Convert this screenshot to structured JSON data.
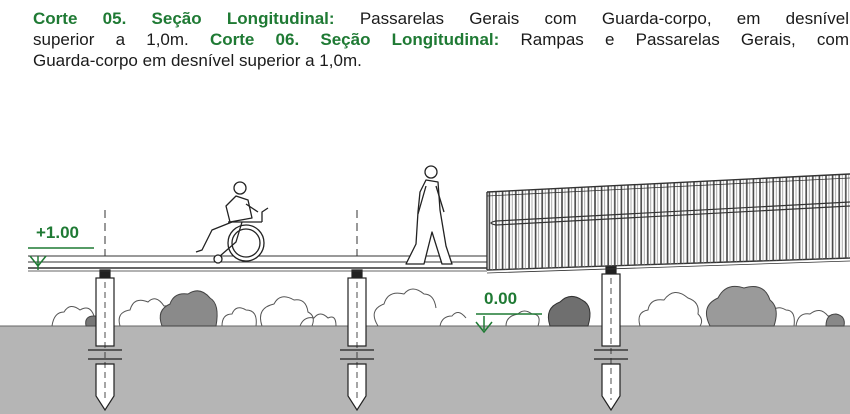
{
  "caption": {
    "corte05_label": "Corte 05. Seção Longitudinal:",
    "corte05_text_a": "Passarelas Gerais com Guarda-corpo, em desnível",
    "corte05_text_b": "superior a 1,0m.",
    "corte06_label": "Corte 06. Seção Longitudinal:",
    "corte06_text_a": "Rampas e Passarelas Gerais, com",
    "corte06_text_b": "Guarda-corpo em desnível superior a 1,0m."
  },
  "levels": {
    "upper": "+1.00",
    "ground": "0.00"
  },
  "colors": {
    "heading_green": "#1f7a34",
    "level_green": "#1f7a34",
    "ground_gray": "#b5b5b5",
    "line": "#333333"
  },
  "icons": [
    "wheelchair-user-icon",
    "pedestrian-icon",
    "level-marker-icon",
    "shrub-icon",
    "pile-icon"
  ]
}
